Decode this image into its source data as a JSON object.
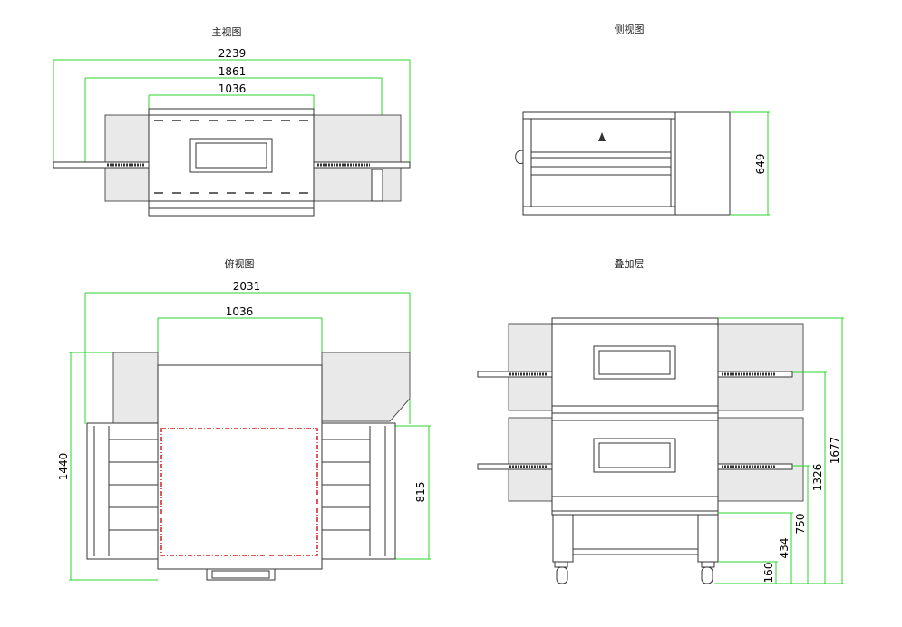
{
  "views": {
    "front": {
      "title": "主视图",
      "dims": [
        "2239",
        "1861",
        "1036"
      ]
    },
    "side": {
      "title": "侧视图",
      "dims": [
        "649"
      ]
    },
    "top": {
      "title": "俯视图",
      "dims": [
        "2031",
        "1036",
        "1440",
        "815"
      ]
    },
    "stack": {
      "title": "叠加层",
      "dims": [
        "1677",
        "1326",
        "750",
        "434",
        "160"
      ]
    }
  }
}
